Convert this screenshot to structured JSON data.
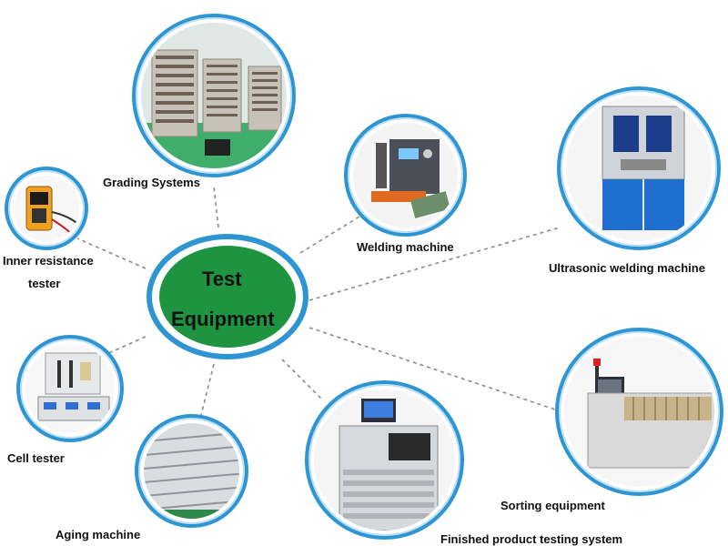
{
  "center": {
    "line1": "Test",
    "line2": "Equipment",
    "fill": "#1e9440",
    "ring": "#2e95d3"
  },
  "nodes": [
    {
      "id": "grading",
      "label": "Grading Systems"
    },
    {
      "id": "welding",
      "label": "Welding machine"
    },
    {
      "id": "ultrasonic",
      "label": "Ultrasonic welding machine"
    },
    {
      "id": "inner",
      "label_line1": "Inner resistance",
      "label_line2": "tester"
    },
    {
      "id": "cell",
      "label": "Cell tester"
    },
    {
      "id": "aging",
      "label": "Aging machine"
    },
    {
      "id": "finished",
      "label": "Finished product testing system"
    },
    {
      "id": "sorting",
      "label": "Sorting equipment"
    }
  ],
  "colors": {
    "ring": "#2e95d3",
    "ring_light": "#bfe0f4",
    "link": "#8a8a8a"
  }
}
